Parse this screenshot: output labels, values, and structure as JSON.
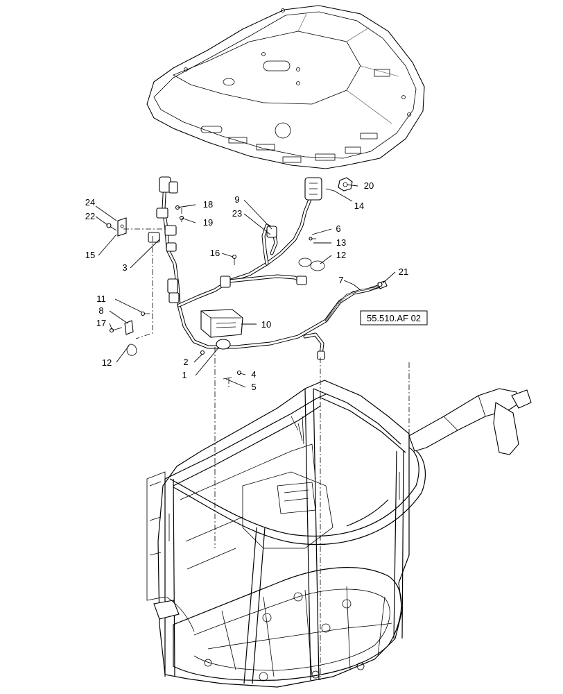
{
  "callouts": [
    {
      "id": "c1",
      "label": "1"
    },
    {
      "id": "c2",
      "label": "2"
    },
    {
      "id": "c3",
      "label": "3"
    },
    {
      "id": "c4",
      "label": "4"
    },
    {
      "id": "c5",
      "label": "5"
    },
    {
      "id": "c6",
      "label": "6"
    },
    {
      "id": "c7",
      "label": "7"
    },
    {
      "id": "c8",
      "label": "8"
    },
    {
      "id": "c9",
      "label": "9"
    },
    {
      "id": "c10",
      "label": "10"
    },
    {
      "id": "c11",
      "label": "11"
    },
    {
      "id": "c12a",
      "label": "12"
    },
    {
      "id": "c12b",
      "label": "12"
    },
    {
      "id": "c13",
      "label": "13"
    },
    {
      "id": "c14",
      "label": "14"
    },
    {
      "id": "c15",
      "label": "15"
    },
    {
      "id": "c16",
      "label": "16"
    },
    {
      "id": "c17",
      "label": "17"
    },
    {
      "id": "c18",
      "label": "18"
    },
    {
      "id": "c19",
      "label": "19"
    },
    {
      "id": "c20",
      "label": "20"
    },
    {
      "id": "c21",
      "label": "21"
    },
    {
      "id": "c22",
      "label": "22"
    },
    {
      "id": "c23",
      "label": "23"
    },
    {
      "id": "c24",
      "label": "24"
    }
  ],
  "reference": {
    "label": "55.510.AF 02"
  }
}
